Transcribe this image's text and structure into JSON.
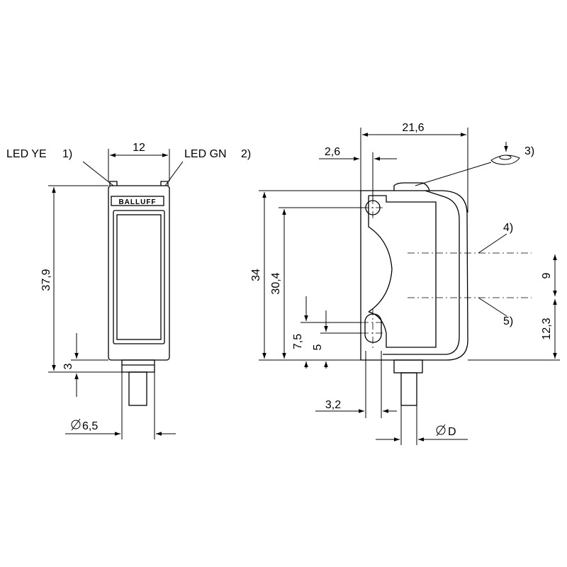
{
  "front_view": {
    "led_ye": "LED YE",
    "led_ye_note": "1)",
    "led_gn": "LED GN",
    "led_gn_note": "2)",
    "width": "12",
    "height": "37,9",
    "connector_offset": "3",
    "diameter": "6,5",
    "brand": "BALLUFF"
  },
  "side_view": {
    "width": "21,6",
    "offset": "2,6",
    "height": "34",
    "hole_spacing": "30,4",
    "slot_pos": "7,5",
    "slot_low": "5",
    "hole_offset": "3,2",
    "diameter": "D",
    "axis_spacing": "9",
    "axis_height": "12,3",
    "note3": "3)",
    "note4": "4)",
    "note5": "5)"
  }
}
